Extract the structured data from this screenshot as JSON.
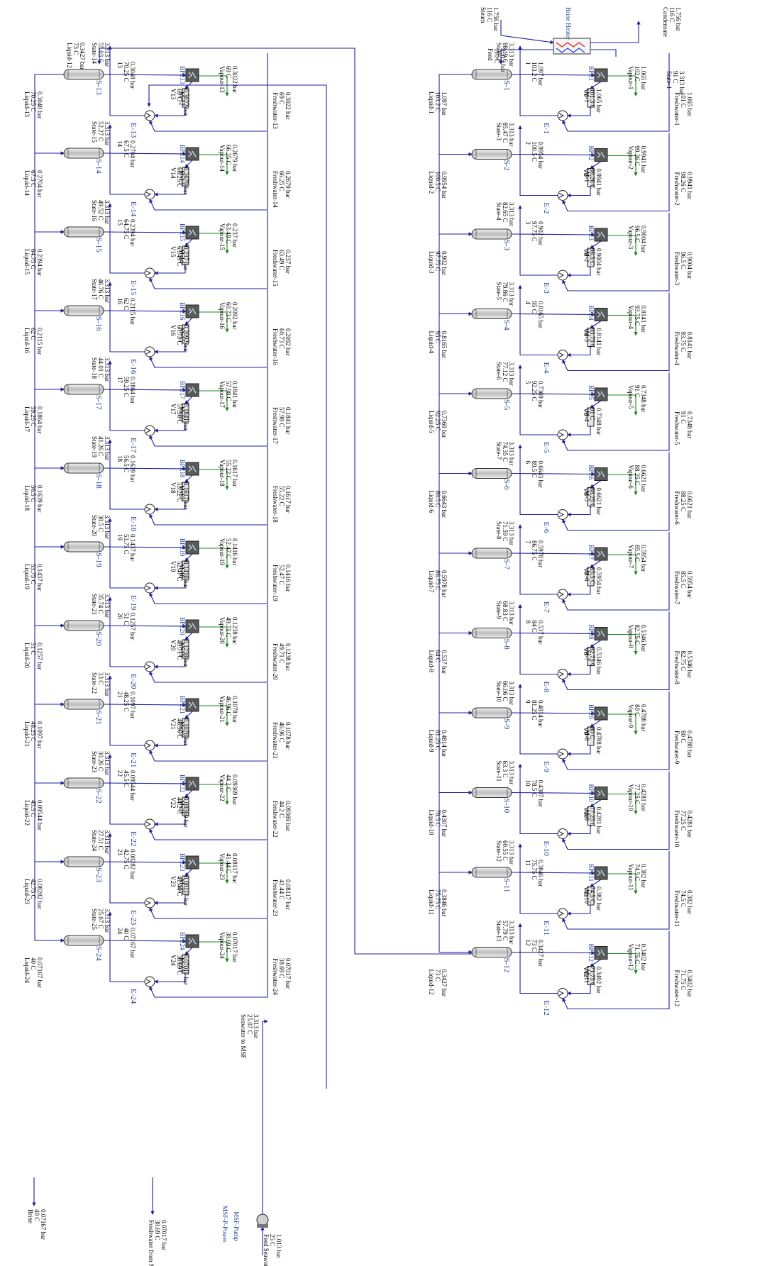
{
  "colors": {
    "stream": "#1f1fa0",
    "vacuum_line": "#1a8a1a",
    "block_label": "#1f3f8f",
    "text": "#000000",
    "vessel_fill": "#d9d9d9",
    "bpe_fill": "#5a5a5a",
    "hx_hot": "#e02020",
    "hx_cold": "#2040e0"
  },
  "icons": {
    "flash_vessel": "horizontal-drum-icon",
    "bpe_block": "boiling-point-elevation-block-icon",
    "mixer": "mixer-drum-icon",
    "heat_exchanger": "circle-heat-exchanger-icon",
    "brine_heater": "shell-tube-heater-icon",
    "pump": "centrifugal-pump-icon"
  },
  "right_column": {
    "brine_heater": {
      "label": "Brine Heater",
      "steam": [
        "Steam",
        "116 C",
        "1.756 bar"
      ],
      "condensate": [
        "Condensate",
        "116 C",
        "1.756 bar"
      ],
      "feed": [
        "Feed",
        "110 C",
        "3.313 bar"
      ],
      "state1": [
        "State-1",
        "91 C",
        "3.313 bar"
      ]
    },
    "stages": [
      {
        "id": "S-1",
        "e": "E-1",
        "bpe": "BPE1",
        "mix": "M-1",
        "in_s": "1",
        "in_t": "103.2 C",
        "in_p": "1.097 bar",
        "liq": [
          "Liquid-1",
          "103.2 C",
          "1.097 bar"
        ],
        "vap": [
          "Vapour-1",
          "102 C",
          "1.065 bar"
        ],
        "v": [
          "V1",
          "101.3 C",
          "1.065 bar"
        ],
        "fw": [
          "Freshwater-1",
          "101 C",
          "1.065 bar"
        ],
        "state": [
          "State-2",
          "88.19 C",
          "3.313 bar"
        ]
      },
      {
        "id": "S-2",
        "e": "E-2",
        "bpe": "BPE2",
        "mix": "M-1",
        "in_s": "2",
        "in_t": "100.5 C",
        "in_p": "0.9954 bar",
        "liq": [
          "Liquid-2",
          "100.5 C",
          "0.9954 bar"
        ],
        "vap": [
          "Vapour-2",
          "99.26 C",
          "0.9941 bar"
        ],
        "v": [
          "V2",
          "98.26 C",
          "0.9941 bar"
        ],
        "fw": [
          "Freshwater-2",
          "98.26 C",
          "0.9941 bar"
        ],
        "state": [
          "State-3",
          "85.47 C",
          "3.313 bar"
        ]
      },
      {
        "id": "S-3",
        "e": "E-3",
        "bpe": "BPE3",
        "mix": "M-2",
        "in_s": "3",
        "in_t": "97.75 C",
        "in_p": "0.902 bar",
        "liq": [
          "Liquid-3",
          "97.75 C",
          "0.902 bar"
        ],
        "vap": [
          "Vapour-3",
          "96.5 C",
          "0.9004 bar"
        ],
        "v": [
          "V3",
          "96.5 C",
          "0.9004 bar"
        ],
        "fw": [
          "Freshwater-3",
          "96.5 C",
          "0.9004 bar"
        ],
        "state": [
          "State-4",
          "82.65 C",
          "3.313 bar"
        ]
      },
      {
        "id": "S-4",
        "e": "E-4",
        "bpe": "BPE4",
        "mix": "M-3",
        "in_s": "4",
        "in_t": "95 C",
        "in_p": "0.8165 bar",
        "liq": [
          "Liquid-4",
          "95 C",
          "0.8165 bar"
        ],
        "vap": [
          "Vapour-4",
          "93.75 C",
          "0.8141 bar"
        ],
        "v": [
          "V4",
          "93.75 C",
          "0.8141 bar"
        ],
        "fw": [
          "Freshwater-4",
          "93.75 C",
          "0.8141 bar"
        ],
        "state": [
          "State-5",
          "79.86 C",
          "3.313 bar"
        ]
      },
      {
        "id": "S-5",
        "e": "E-5",
        "bpe": "BPE5",
        "mix": "M-4",
        "in_s": "5",
        "in_t": "92.25 C",
        "in_p": "0.7369 bar",
        "liq": [
          "Liquid-5",
          "92.25 C",
          "0.7369 bar"
        ],
        "vap": [
          "Vapour-5",
          "91 C",
          "0.7348 bar"
        ],
        "v": [
          "V5",
          "91 C",
          "0.7348 bar"
        ],
        "fw": [
          "Freshwater-5",
          "91 C",
          "0.7348 bar"
        ],
        "state": [
          "State-6",
          "77.12 C",
          "3.313 bar"
        ]
      },
      {
        "id": "S-6",
        "e": "E-6",
        "bpe": "BPE6",
        "mix": "M-5",
        "in_s": "6",
        "in_t": "89.5 C",
        "in_p": "0.6643 bar",
        "liq": [
          "Liquid-6",
          "89.5 C",
          "0.6643 bar"
        ],
        "vap": [
          "Vapour-6",
          "88.25 C",
          "0.6621 bar"
        ],
        "v": [
          "V6",
          "88.25 C",
          "0.6621 bar"
        ],
        "fw": [
          "Freshwater-6",
          "88.25 C",
          "0.6621 bar"
        ],
        "state": [
          "State-7",
          "74.35 C",
          "3.313 bar"
        ]
      },
      {
        "id": "S-7",
        "e": "E-7",
        "bpe": "BPE7",
        "mix": "M-6",
        "in_s": "7",
        "in_t": "86.75 C",
        "in_p": "0.5978 bar",
        "liq": [
          "Liquid-7",
          "86.75 C",
          "0.5978 bar"
        ],
        "vap": [
          "Vapour-7",
          "85.5 C",
          "0.5954 bar"
        ],
        "v": [
          "V7",
          "85.5 C",
          "0.5954 bar"
        ],
        "fw": [
          "Freshwater-7",
          "85.5 C",
          "0.5954 bar"
        ],
        "state": [
          "State-8",
          "71.59 C",
          "3.313 bar"
        ]
      },
      {
        "id": "S-8",
        "e": "E-8",
        "bpe": "BPE8",
        "mix": "M-7",
        "in_s": "8",
        "in_t": "84 C",
        "in_p": "0.537 bar",
        "liq": [
          "Liquid-8",
          "84 C",
          "0.537 bar"
        ],
        "vap": [
          "Vapour-8",
          "82.75 C",
          "0.5346 bar"
        ],
        "v": [
          "V8",
          "82.75 C",
          "0.5346 bar"
        ],
        "fw": [
          "Freshwater-8",
          "82.75 C",
          "0.5346 bar"
        ],
        "state": [
          "State-9",
          "68.83 C",
          "3.313 bar"
        ]
      },
      {
        "id": "S-9",
        "e": "E-9",
        "bpe": "BPE9",
        "mix": "M-8",
        "in_s": "9",
        "in_t": "81.25 C",
        "in_p": "0.4814 bar",
        "liq": [
          "Liquid-9",
          "81.25 C",
          "0.4814 bar"
        ],
        "vap": [
          "Vapour-9",
          "80 C",
          "0.4788 bar"
        ],
        "v": [
          "V9",
          "80 C",
          "0.4788 bar"
        ],
        "fw": [
          "Freshwater-9",
          "80 C",
          "0.4788 bar"
        ],
        "state": [
          "State-10",
          "66.06 C",
          "3.313 bar"
        ]
      },
      {
        "id": "S-10",
        "e": "E-10",
        "bpe": "BPE10",
        "mix": "M-9",
        "in_s": "10",
        "in_t": "78.5 C",
        "in_p": "0.4307 bar",
        "liq": [
          "Liquid-10",
          "78.5 C",
          "0.4307 bar"
        ],
        "vap": [
          "Vapour-10",
          "77.25 C",
          "0.4281 bar"
        ],
        "v": [
          "V10",
          "77.25 C",
          "0.4281 bar"
        ],
        "fw": [
          "Freshwater-10",
          "77.25 C",
          "0.4281 bar"
        ],
        "state": [
          "State-11",
          "63.3 C",
          "3.313 bar"
        ]
      },
      {
        "id": "S-11",
        "e": "E-11",
        "bpe": "BPE11",
        "mix": "M-10",
        "in_s": "11",
        "in_t": "75.75 C",
        "in_p": "0.3846 bar",
        "liq": [
          "Liquid-11",
          "75.75 C",
          "0.3846 bar"
        ],
        "vap": [
          "Vapour-11",
          "74.5 C",
          "0.382 bar"
        ],
        "v": [
          "V11",
          "74.5 C",
          "0.382 bar"
        ],
        "fw": [
          "Freshwater-11",
          "74.5 C",
          "0.382 bar"
        ],
        "state": [
          "State-12",
          "60.55 C",
          "3.313 bar"
        ]
      },
      {
        "id": "S-12",
        "e": "E-12",
        "bpe": "BPE12",
        "mix": "M-11",
        "in_s": "12",
        "in_t": "73 C",
        "in_p": "0.3427 bar",
        "liq": [
          "Liquid-12",
          "73 C",
          "0.3427 bar"
        ],
        "vap": [
          "Vapour-12",
          "71.75 C",
          "0.3402 bar"
        ],
        "v": [
          "V12",
          "71.75 C",
          "0.3402 bar"
        ],
        "fw": [
          "Freshwater-12",
          "71.75 C",
          "0.3402 bar"
        ],
        "state": [
          "State-13",
          "57.79 C",
          "3.313 bar"
        ]
      }
    ]
  },
  "left_column": {
    "liquid12": [
      "Liquid-12",
      "73 C",
      "0.3427 bar"
    ],
    "brine": [
      "Brine",
      "40 C",
      "0.07167 bar"
    ],
    "seawater_to_msf": [
      "Seawater to MSF",
      "25.07 C",
      "3.313 bar"
    ],
    "feed_seawater": [
      "Feed Seawater",
      "25 C",
      "1.013 bar"
    ],
    "msf_pump": [
      "MSF-Pump"
    ],
    "msf_p_power": [
      "MSF-P-Power"
    ],
    "freshwater_from_msf": [
      "Freshwater from MSF",
      "38.69 C",
      "0.07017 bar"
    ],
    "stages": [
      {
        "id": "S-13",
        "e": "E-13",
        "bpe": "BPE13",
        "mix": "M-12",
        "in_s": "13",
        "in_t": "70.25 C",
        "in_p": "0.3048 bar",
        "liq": [
          "Liquid-13",
          "70.25 C",
          "0.3048 bar"
        ],
        "vap": [
          "Vapour-13",
          "69 C",
          "0.3022 bar"
        ],
        "v": [
          "V13",
          "69 C",
          "0.3022 bar"
        ],
        "fw": [
          "Freshwater-13",
          "69 C",
          "0.3022 bar"
        ],
        "state": [
          "State-14",
          "55.03 C",
          "3.313 bar"
        ]
      },
      {
        "id": "S-14",
        "e": "E-14",
        "bpe": "BPE14",
        "mix": "M-13",
        "in_s": "14",
        "in_t": "67.5 C",
        "in_p": "0.2704 bar",
        "liq": [
          "Liquid-14",
          "67.5 C",
          "0.2704 bar"
        ],
        "vap": [
          "Vapour-14",
          "66.25 C",
          "0.2679 bar"
        ],
        "v": [
          "V14",
          "66.25 C",
          "0.2679 bar"
        ],
        "fw": [
          "Freshwater-14",
          "66.25 C",
          "0.2679 bar"
        ],
        "state": [
          "State-15",
          "52.27 C",
          "3.313 bar"
        ]
      },
      {
        "id": "S-15",
        "e": "E-15",
        "bpe": "BPE15",
        "mix": "M-14",
        "in_s": "15",
        "in_t": "64.75 C",
        "in_p": "0.2394 bar",
        "liq": [
          "Liquid-15",
          "64.75 C",
          "0.2394 bar"
        ],
        "vap": [
          "Vapour-15",
          "63.49 C",
          "0.237 bar"
        ],
        "v": [
          "V15",
          "63.49 C",
          "0.237 bar"
        ],
        "fw": [
          "Freshwater-15",
          "63.49 C",
          "0.237 bar"
        ],
        "state": [
          "State-16",
          "49.52 C",
          "3.313 bar"
        ]
      },
      {
        "id": "S-16",
        "e": "E-16",
        "bpe": "BPE16",
        "mix": "M-15",
        "in_s": "16",
        "in_t": "62 C",
        "in_p": "0.2115 bar",
        "liq": [
          "Liquid-16",
          "62 C",
          "0.2115 bar"
        ],
        "vap": [
          "Vapour-16",
          "60.73 C",
          "0.2092 bar"
        ],
        "v": [
          "V16",
          "60.73 C",
          "0.2092 bar"
        ],
        "fw": [
          "Freshwater-16",
          "60.73 C",
          "0.2092 bar"
        ],
        "state": [
          "State-17",
          "46.76 C",
          "3.313 bar"
        ]
      },
      {
        "id": "S-17",
        "e": "E-17",
        "bpe": "BPE17",
        "mix": "M-16",
        "in_s": "17",
        "in_t": "59.25 C",
        "in_p": "0.1864 bar",
        "liq": [
          "Liquid-17",
          "59.25 C",
          "0.1864 bar"
        ],
        "vap": [
          "Vapour-17",
          "57.98 C",
          "0.1841 bar"
        ],
        "v": [
          "V17",
          "57.98 C",
          "0.1841 bar"
        ],
        "fw": [
          "Freshwater-17",
          "57.98 C",
          "0.1841 bar"
        ],
        "state": [
          "State-18",
          "44.01 C",
          "3.313 bar"
        ]
      },
      {
        "id": "S-18",
        "e": "E-18",
        "bpe": "BPE18",
        "mix": "M-17",
        "in_s": "18",
        "in_t": "56.5 C",
        "in_p": "0.1639 bar",
        "liq": [
          "Liquid-18",
          "56.5 C",
          "0.1639 bar"
        ],
        "vap": [
          "Vapour-18",
          "55.22 C",
          "0.1617 bar"
        ],
        "v": [
          "V18",
          "55.22 C",
          "0.1617 bar"
        ],
        "fw": [
          "Freshwater-18",
          "55.22 C",
          "0.1617 bar"
        ],
        "state": [
          "State-19",
          "41.26 C",
          "3.313 bar"
        ]
      },
      {
        "id": "S-19",
        "e": "E-19",
        "bpe": "BPE19",
        "mix": "M-18",
        "in_s": "19",
        "in_t": "53.75 C",
        "in_p": "0.1437 bar",
        "liq": [
          "Liquid-19",
          "53.75 C",
          "0.1437 bar"
        ],
        "vap": [
          "Vapour-19",
          "52.47 C",
          "0.1416 bar"
        ],
        "v": [
          "V19",
          "52.47 C",
          "0.1416 bar"
        ],
        "fw": [
          "Freshwater-19",
          "52.47 C",
          "0.1416 bar"
        ],
        "state": [
          "State-20",
          "38.5 C",
          "3.313 bar"
        ]
      },
      {
        "id": "S-20",
        "e": "E-20",
        "bpe": "BPE20",
        "mix": "M-19",
        "in_s": "20",
        "in_t": "51 C",
        "in_p": "0.1257 bar",
        "liq": [
          "Liquid-20",
          "51 C",
          "0.1257 bar"
        ],
        "vap": [
          "Vapour-20",
          "49.71 C",
          "0.1238 bar"
        ],
        "v": [
          "V20",
          "49.71 C",
          "0.1238 bar"
        ],
        "fw": [
          "Freshwater-20",
          "49.71 C",
          "0.1238 bar"
        ],
        "state": [
          "State-21",
          "35.74 C",
          "3.313 bar"
        ]
      },
      {
        "id": "S-21",
        "e": "E-21",
        "bpe": "BPE21",
        "mix": "M-20",
        "in_s": "21",
        "in_t": "48.25 C",
        "in_p": "0.1097 bar",
        "liq": [
          "Liquid-21",
          "48.25 C",
          "0.1097 bar"
        ],
        "vap": [
          "Vapour-21",
          "46.96 C",
          "0.1078 bar"
        ],
        "v": [
          "V21",
          "46.96 C",
          "0.1078 bar"
        ],
        "fw": [
          "Freshwater-21",
          "46.96 C",
          "0.1078 bar"
        ],
        "state": [
          "State-22",
          "33 C",
          "3.313 bar"
        ]
      },
      {
        "id": "S-22",
        "e": "E-22",
        "bpe": "BPE22",
        "mix": "M-21",
        "in_s": "22",
        "in_t": "45.5 C",
        "in_p": "0.09544 bar",
        "liq": [
          "Liquid-22",
          "45.5 C",
          "0.09544 bar"
        ],
        "vap": [
          "Vapour-22",
          "44.2 C",
          "0.09369 bar"
        ],
        "v": [
          "V22",
          "44.2 C",
          "0.09369 bar"
        ],
        "fw": [
          "Freshwater-22",
          "44.2 C",
          "0.09369 bar"
        ],
        "state": [
          "State-23",
          "30.26 C",
          "3.313 bar"
        ]
      },
      {
        "id": "S-23",
        "e": "E-23",
        "bpe": "BPE23",
        "mix": "M-22",
        "in_s": "23",
        "in_t": "42.75 C",
        "in_p": "0.08282 bar",
        "liq": [
          "Liquid-23",
          "42.75 C",
          "0.08282 bar"
        ],
        "vap": [
          "Vapour-23",
          "41.44 C",
          "0.08117 bar"
        ],
        "v": [
          "V23",
          "41.44 C",
          "0.08117 bar"
        ],
        "fw": [
          "Freshwater-23",
          "41.44 C",
          "0.08117 bar"
        ],
        "state": [
          "State-24",
          "27.51 C",
          "3.313 bar"
        ]
      },
      {
        "id": "S-24",
        "e": "E-24",
        "bpe": "BPE24",
        "mix": "M-23",
        "in_s": "24",
        "in_t": "40 C",
        "in_p": "0.07167 bar",
        "liq": [
          "Liquid-24",
          "40 C",
          "0.07167 bar"
        ],
        "vap": [
          "Vapour-24",
          "38.69 C",
          "0.07017 bar"
        ],
        "v": [
          "V24",
          "38.69 C",
          "0.07017 bar"
        ],
        "fw": [
          "Freshwater-24",
          "38.69 C",
          "0.07017 bar"
        ],
        "state": [
          "State-25",
          "25.07 C",
          "3.313 bar"
        ]
      }
    ]
  }
}
